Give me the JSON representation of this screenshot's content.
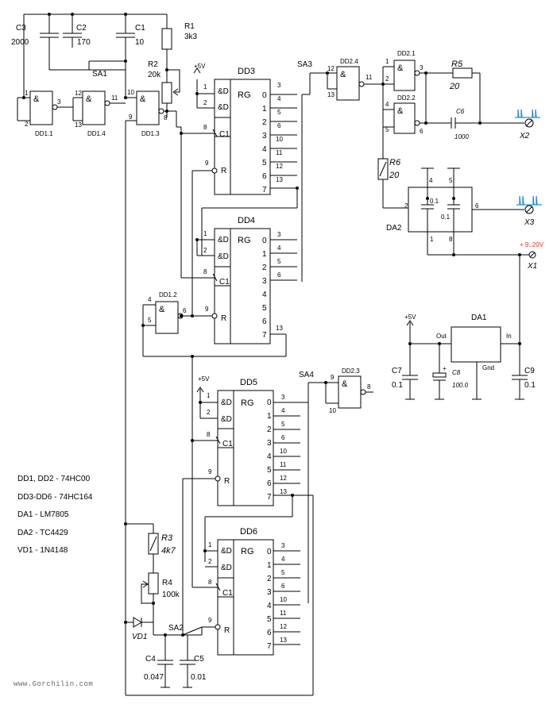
{
  "legend": [
    "DD1, DD2 - 74HC00",
    "DD3-DD6 - 74HC164",
    "DA1 - LM7805",
    "DA2 - TC4429",
    "VD1 - 1N4148"
  ],
  "watermark": "www.Gorchilin.com",
  "components": {
    "C3": {
      "name": "C3",
      "value": "2000"
    },
    "C2": {
      "name": "C2",
      "value": "170"
    },
    "C1": {
      "name": "C1",
      "value": "10"
    },
    "R1": {
      "name": "R1",
      "value": "3k3"
    },
    "R2": {
      "name": "R2",
      "value": "20k"
    },
    "SA1": "SA1",
    "SA2": "SA2",
    "SA3": "SA3",
    "SA4": "SA4",
    "R5": {
      "name": "R5",
      "value": "20"
    },
    "C6": {
      "name": "C6",
      "value": "1000"
    },
    "R6": {
      "name": "R6",
      "value": "20"
    },
    "R3": {
      "name": "R3",
      "value": "4k7"
    },
    "R4": {
      "name": "R4",
      "value": "100k"
    },
    "VD1": "VD1",
    "C4": {
      "name": "C4",
      "value": "0.047"
    },
    "C5": {
      "name": "C5",
      "value": "0.01"
    },
    "C7": {
      "name": "C7",
      "value": "0.1"
    },
    "C8": {
      "name": "C8",
      "value": "100.0"
    },
    "C9": {
      "name": "C9",
      "value": "0.1"
    },
    "DA1": "DA1",
    "DA2": "DA2",
    "DA2_caps": [
      "0.1",
      "0.1"
    ],
    "X1": "X1",
    "X2": "X2",
    "X3": "X3",
    "supply_plus5": "+5V",
    "supply_vin": "+ 9..20V",
    "da1_pins": {
      "out": "Out",
      "in": "In",
      "gnd": "Gnd"
    }
  },
  "gates": {
    "DD11": "DD1.1",
    "DD14": "DD1.4",
    "DD13": "DD1.3",
    "DD12": "DD1.2",
    "DD24": "DD2.4",
    "DD21": "DD2.1",
    "DD22": "DD2.2",
    "DD23": "DD2.3",
    "and_symbol": "&"
  },
  "registers": {
    "DD3": "DD3",
    "DD4": "DD4",
    "DD5": "DD5",
    "DD6": "DD6",
    "rg": "RG",
    "in_labels": [
      "&D",
      "&D",
      "C1",
      "R"
    ],
    "out_labels": [
      "0",
      "1",
      "2",
      "3",
      "4",
      "5",
      "6",
      "7"
    ],
    "out_pins": [
      "3",
      "4",
      "5",
      "6",
      "10",
      "11",
      "12",
      "13"
    ],
    "in_pins": [
      "1",
      "2",
      "8",
      "9"
    ]
  }
}
